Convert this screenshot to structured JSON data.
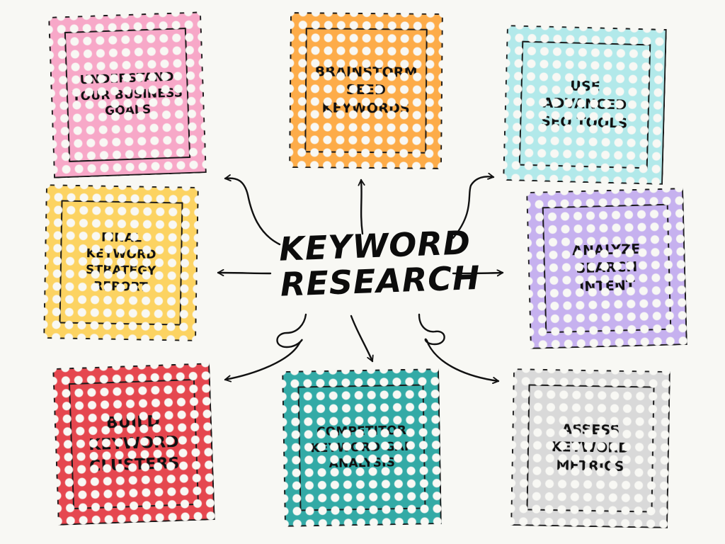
{
  "title": {
    "line1": "KEYWORD",
    "line2": "RESEARCH"
  },
  "steps": [
    {
      "id": "understand",
      "label": "UNDERSTAND\nYOUR BUSINESS\nGOALS",
      "color": "#f7a8c8"
    },
    {
      "id": "brainstorm",
      "label": "BRAINSTORM\nSEED\nKEYWORDS",
      "color": "#fdac49"
    },
    {
      "id": "tools",
      "label": "USE\nADVANCED\nSEO TOOLS",
      "color": "#b2e9ea"
    },
    {
      "id": "final",
      "label": "FINAL\nKEYWORD\nSTRATEGY\nREPORT",
      "color": "#fcd362"
    },
    {
      "id": "intent",
      "label": "ANALYZE\nSEARCH\nINTENT",
      "color": "#c6b1ef"
    },
    {
      "id": "clusters",
      "label": "BUILD\nKEYWORD\nCLUSTERS",
      "color": "#e5474f"
    },
    {
      "id": "competitor",
      "label": "COMPETITOR\nKEYWORD GAP\nANALYSIS",
      "color": "#33aaa6"
    },
    {
      "id": "metrics",
      "label": "ASSESS\nKEYWORD\nMETRICS",
      "color": "#d9d9d9"
    }
  ]
}
